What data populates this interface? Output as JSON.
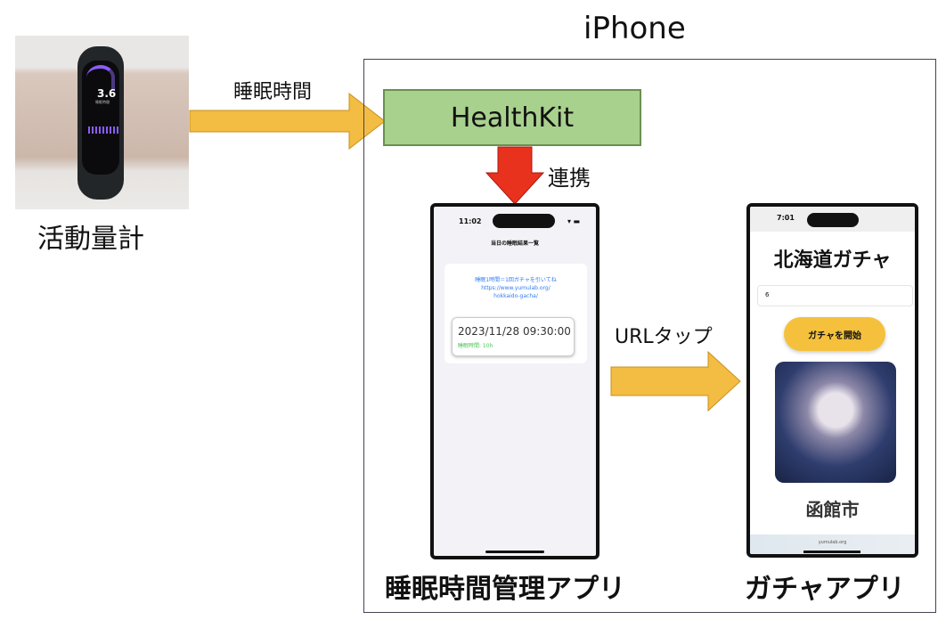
{
  "device": {
    "label": "活動量計",
    "screen_value": "3.6",
    "screen_sub": "睡眠時間"
  },
  "arrow1_label": "睡眠時間",
  "iphone_label": "iPhone",
  "healthkit": "HealthKit",
  "link_label": "連携",
  "url_tap_label": "URLタップ",
  "sleep_app": {
    "label": "睡眠時間管理アプリ",
    "time": "11:02",
    "title": "当日の睡眠結果一覧",
    "link_lines": [
      "睡眠1時間＝1回ガチャを引いてね",
      "https://www.yumulab.org/",
      "hokkaido-gacha/"
    ],
    "record_datetime": "2023/11/28 09:30:00",
    "record_sleep": "睡眠時間: 10h"
  },
  "gacha_app": {
    "label": "ガチャアプリ",
    "time": "7:01",
    "title": "北海道ガチャ",
    "input_value": "6",
    "button": "ガチャを開始",
    "result": "函館市",
    "url": "yumulab.org"
  },
  "colors": {
    "arrow": "#f2bd42",
    "healthkit": "#a9d18e",
    "link_arrow": "#e8321e",
    "button": "#f5c13d"
  }
}
